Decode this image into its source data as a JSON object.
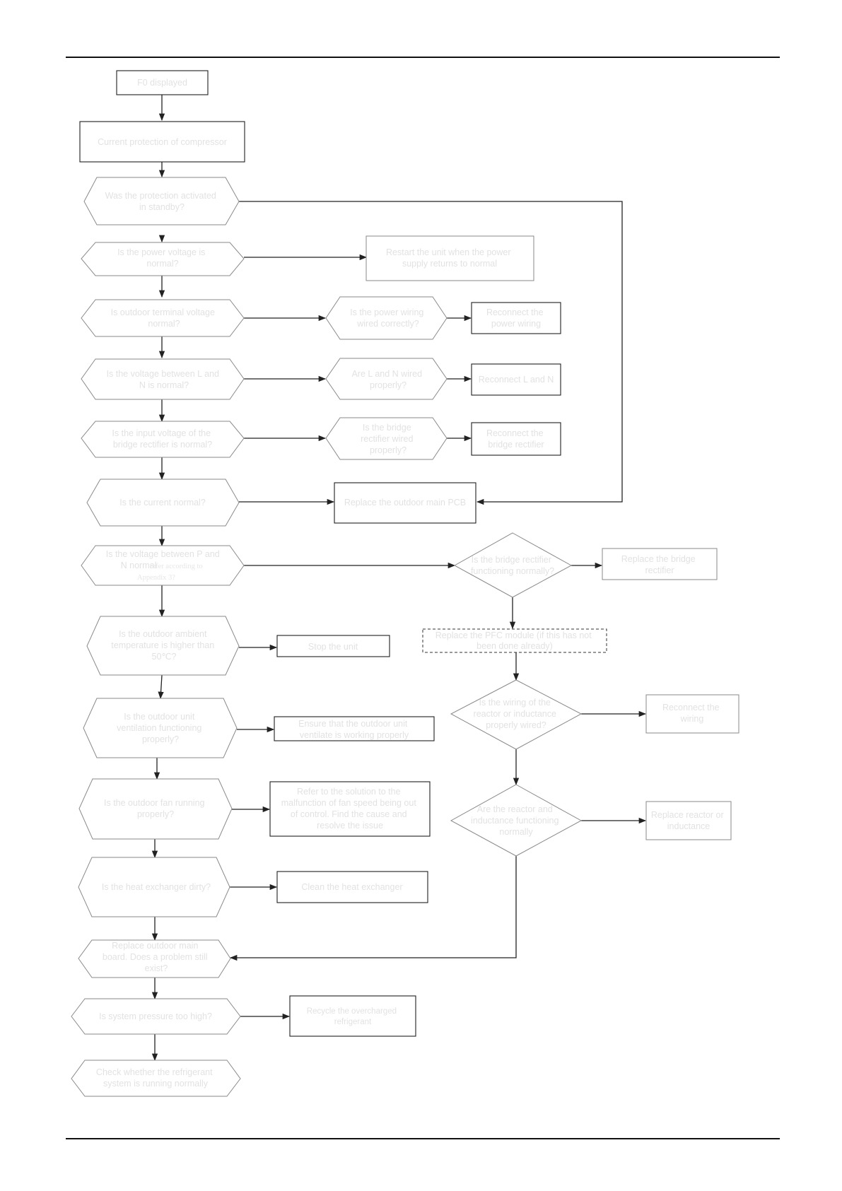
{
  "nodes": {
    "f0": "F0 displayed",
    "current_protection": "Current protection of compressor",
    "standby_q": [
      "Was the protection activated",
      "in standby?"
    ],
    "power_voltage_q": [
      "Is the power voltage is",
      "normal?"
    ],
    "restart_unit": [
      "Restart the unit when the power",
      "supply returns to normal"
    ],
    "terminal_voltage_q": [
      "Is outdoor terminal voltage",
      "normal?"
    ],
    "power_wiring_q": [
      "Is the power wiring",
      "wired correctly?"
    ],
    "reconnect_power": [
      "Reconnect the",
      "power wiring"
    ],
    "ln_voltage_q": [
      "Is the voltage between L and",
      "N is normal?"
    ],
    "ln_wired_q": [
      "Are L and N wired",
      "properly?"
    ],
    "reconnect_ln": "Reconnect L and N",
    "rectifier_input_q": [
      "Is the input voltage of the",
      "bridge rectifier is normal?"
    ],
    "rectifier_wired_q": [
      "Is the bridge",
      "rectifier wired",
      "properly?"
    ],
    "reconnect_rectifier": [
      "Reconnect the",
      "bridge rectifier"
    ],
    "current_normal_q": "Is the current normal?",
    "replace_main_pcb": "Replace the outdoor main PCB",
    "pn_voltage_q": [
      "Is the voltage between P and",
      "N normal"
    ],
    "pn_voltage_note": [
      "refer according to",
      "Appendix 3?"
    ],
    "rectifier_ok_q": [
      "Is the bridge rectifier",
      "functioning normally?"
    ],
    "replace_rectifier": [
      "Replace the bridge",
      "rectifier"
    ],
    "replace_pfc": [
      "Replace the PFC module (if this has not",
      "been done already)"
    ],
    "ambient_temp_q": [
      "Is the outdoor ambient",
      "temperature is higher than",
      "50℃?"
    ],
    "stop_unit": "Stop the unit",
    "ventilation_q": [
      "Is the outdoor unit",
      "ventilation functioning",
      "properly?"
    ],
    "ensure_ventilation": [
      "Ensure that the outdoor unit",
      "ventilate is working properly"
    ],
    "inductance_wiring_q": [
      "Is the wiring of the",
      "reactor or inductance",
      "properly wired?"
    ],
    "reconnect_wiring": [
      "Reconnect the",
      "wiring"
    ],
    "fan_running_q": [
      "Is the outdoor fan running",
      "properly?"
    ],
    "fan_solution": [
      "Refer to the solution to the",
      "malfunction of fan speed being out",
      "of control. Find the cause and",
      "resolve the issue"
    ],
    "reactor_ok_q": [
      "Are the reactor and",
      "inductance functioning",
      "normally"
    ],
    "replace_reactor": [
      "Replace reactor or",
      "inductance"
    ],
    "heat_exchanger_q": "Is the heat exchanger dirty?",
    "clean_exchanger": "Clean the heat exchanger",
    "replace_main_board_q": [
      "Replace outdoor main",
      "board. Does a problem still",
      "exist?"
    ],
    "pressure_q": "Is system pressure too high?",
    "recycle_refrigerant": [
      "Recycle the overcharged",
      "refrigerant"
    ],
    "check_refrigerant": [
      "Check whether the refrigerant",
      "system is running normally"
    ]
  }
}
